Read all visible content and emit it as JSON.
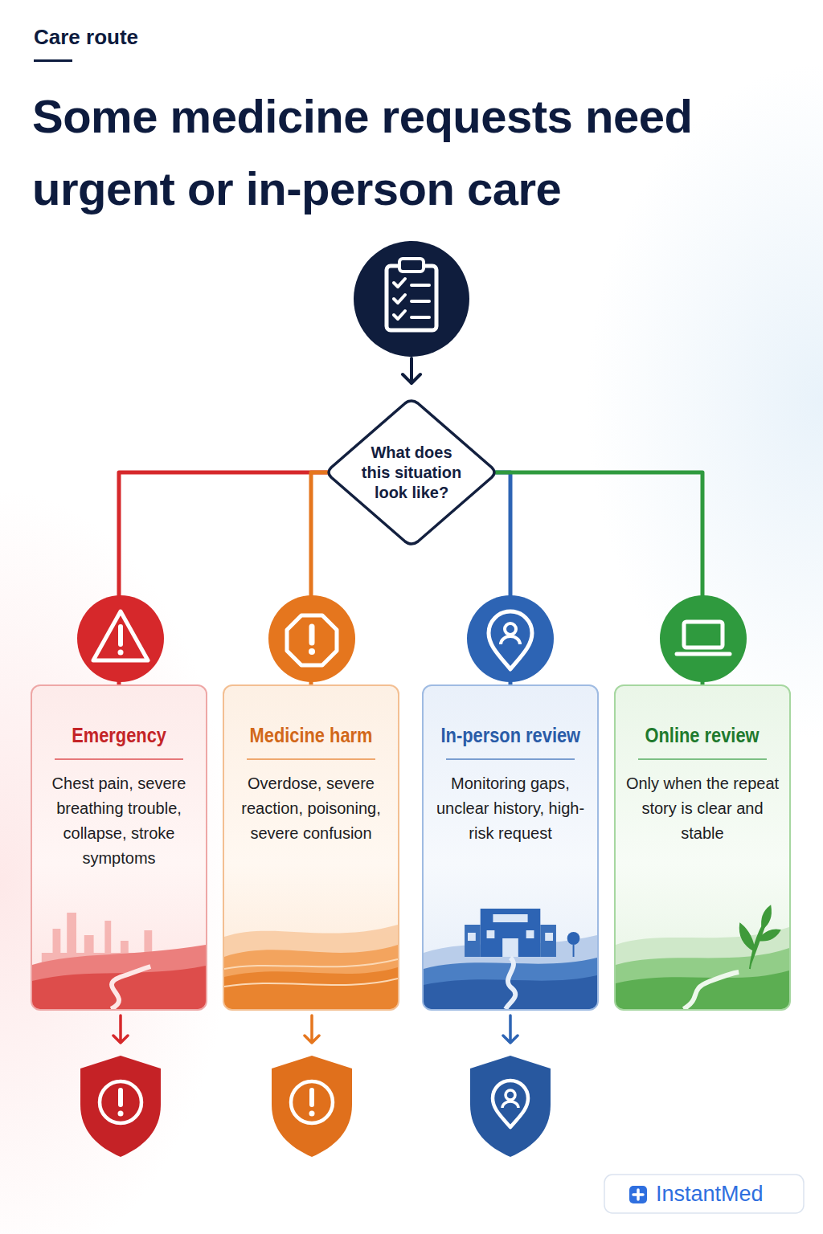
{
  "diagram": {
    "title": "Some medicine requests need urgent or in-person care",
    "nodes": [
      {
        "text": [
          "What does this situation look like?"
        ]
      },
      {
        "text": [
          "Emergency",
          "Chest pain, severe breathing trouble, collapse, stroke symptoms"
        ]
      },
      {
        "text": [
          "Medicine harm",
          "Overdose, severe reaction, poisoning, severe confusion"
        ]
      },
      {
        "text": [
          "In-person review",
          "Monitoring gaps, unclear history, high-risk request"
        ]
      },
      {
        "text": [
          "Online review",
          "Only when the repeat story is clear and stable"
        ]
      }
    ],
    "edges": [
      {
        "from": 0,
        "to": 1,
        "arrow": "none"
      },
      {
        "from": 0,
        "to": 2,
        "arrow": "none"
      },
      {
        "from": 0,
        "to": 3,
        "arrow": "none"
      },
      {
        "from": 0,
        "to": 4,
        "arrow": "none"
      }
    ],
    "labels": [
      "Care route",
      "InstantMed"
    ]
  }
}
